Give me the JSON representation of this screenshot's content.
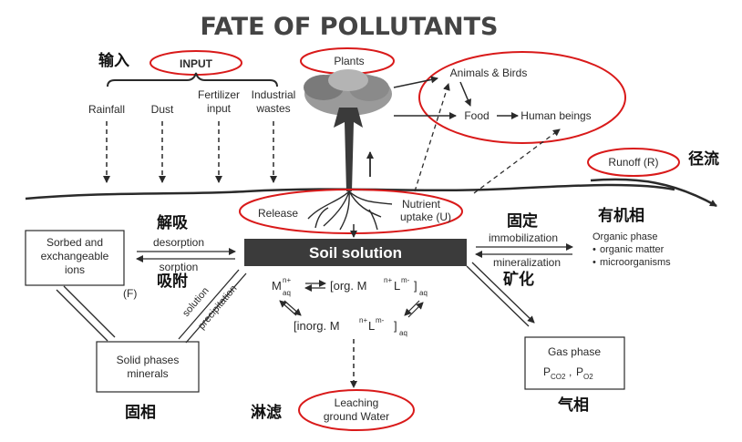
{
  "title": "FATE OF POLLUTANTS",
  "input": {
    "label": "INPUT",
    "label_cn": "输入",
    "sources": [
      "Rainfall",
      "Dust",
      "Fertilizer input",
      "Industrial wastes"
    ]
  },
  "plants": "Plants",
  "animals_birds": "Animals & Birds",
  "food": "Food",
  "human_beings": "Human beings",
  "runoff": {
    "label": "Runoff (R)",
    "label_cn": "径流"
  },
  "release": "Release",
  "nutrient_uptake": "Nutrient uptake (U)",
  "soil_solution": "Soil solution",
  "sorbed": {
    "label": "Sorbed and exchangeable ions",
    "marker": "(F)"
  },
  "desorption": {
    "label": "desorption",
    "label_cn": "解吸"
  },
  "sorption": {
    "label": "sorption",
    "label_cn": "吸附"
  },
  "solution": "solution",
  "precipitation": "precipitation",
  "solid_phases": {
    "label": "Solid phases minerals",
    "label_cn": "固相"
  },
  "immobilization": {
    "label": "immobilization",
    "label_cn": "固定"
  },
  "mineralization": {
    "label": "mineralization",
    "label_cn": "矿化"
  },
  "organic_phase": {
    "label_cn": "有机相",
    "title": "Organic phase",
    "items": [
      "organic matter",
      "microorganisms"
    ]
  },
  "equations": {
    "free_ion": "M",
    "complex": "[org. M",
    "inorganic": "[inorg. M",
    "charge_plus": "n+",
    "charge_minus": "m-",
    "ligand": "L",
    "aq": "aq"
  },
  "gas_phase": {
    "title": "Gas phase",
    "label_cn": "气相",
    "species": [
      "P",
      "CO2",
      "P",
      "O2"
    ]
  },
  "leaching": {
    "label": "Leaching ground Water",
    "label_cn": "淋滤"
  },
  "colors": {
    "annotation_red": "#d91a1a",
    "soil_bar": "#3b3b3b",
    "ink": "#2a2a2a"
  }
}
